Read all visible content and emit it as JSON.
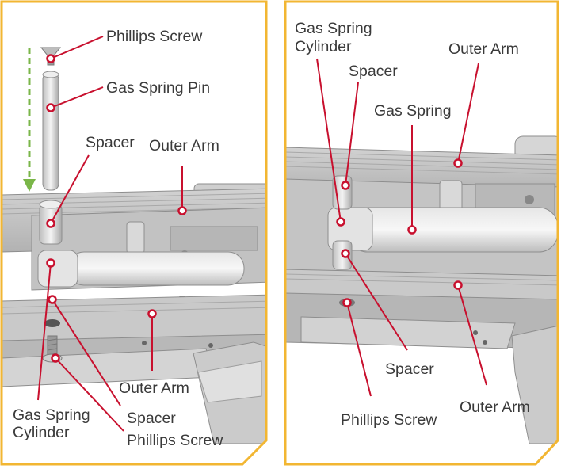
{
  "colors": {
    "frame": "#f2b632",
    "callout": "#c8102e",
    "metal_light": "#dcdcdc",
    "metal_mid": "#bdbdbd",
    "metal_dark": "#8e8e8e",
    "arrow": "#7ab648"
  },
  "left_panel": {
    "labels": {
      "phillips_screw_top": "Phillips Screw",
      "gas_spring_pin": "Gas Spring Pin",
      "spacer_top": "Spacer",
      "outer_arm_top": "Outer Arm",
      "outer_arm_bottom": "Outer Arm",
      "gas_spring_cylinder_line1": "Gas Spring",
      "gas_spring_cylinder_line2": "Cylinder",
      "spacer_bottom": "Spacer",
      "phillips_screw_bottom": "Phillips Screw"
    }
  },
  "right_panel": {
    "labels": {
      "gas_spring_cylinder_line1": "Gas Spring",
      "gas_spring_cylinder_line2": "Cylinder",
      "spacer_top": "Spacer",
      "outer_arm_top": "Outer Arm",
      "gas_spring": "Gas Spring",
      "spacer_bottom": "Spacer",
      "phillips_screw": "Phillips Screw",
      "outer_arm_bottom": "Outer Arm"
    }
  }
}
